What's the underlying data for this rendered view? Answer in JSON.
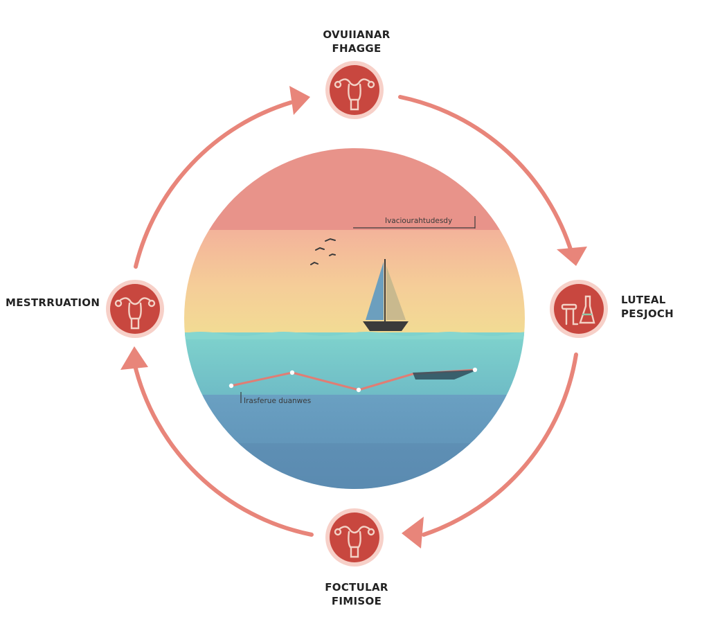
{
  "phases": {
    "top": {
      "line1": "OVUIIANAR",
      "line2": "FHAGGE"
    },
    "right": {
      "line1": "LUTEAL",
      "line2": "PESJOCH"
    },
    "bottom": {
      "line1": "FOCTULAR",
      "line2": "FIMISOE"
    },
    "left": {
      "line1": "MESTRRUATION"
    }
  },
  "inner_labels": {
    "upper": "Ivaciourahtudesdy",
    "lower": "Irasferue duanwes"
  },
  "icons": {
    "top": "uterus-icon",
    "right": "lab-equipment-icon",
    "bottom": "uterus-icon",
    "left": "uterus-icon"
  },
  "colors": {
    "arrow": "#e8857a",
    "badge_fill": "#c8473f",
    "badge_ring": "#f2c0b8",
    "sky_top": "#e8938a",
    "sky_mid": "#f4c79a",
    "sea_light": "#7dd0cc",
    "sea_deep": "#5d8fb5"
  }
}
